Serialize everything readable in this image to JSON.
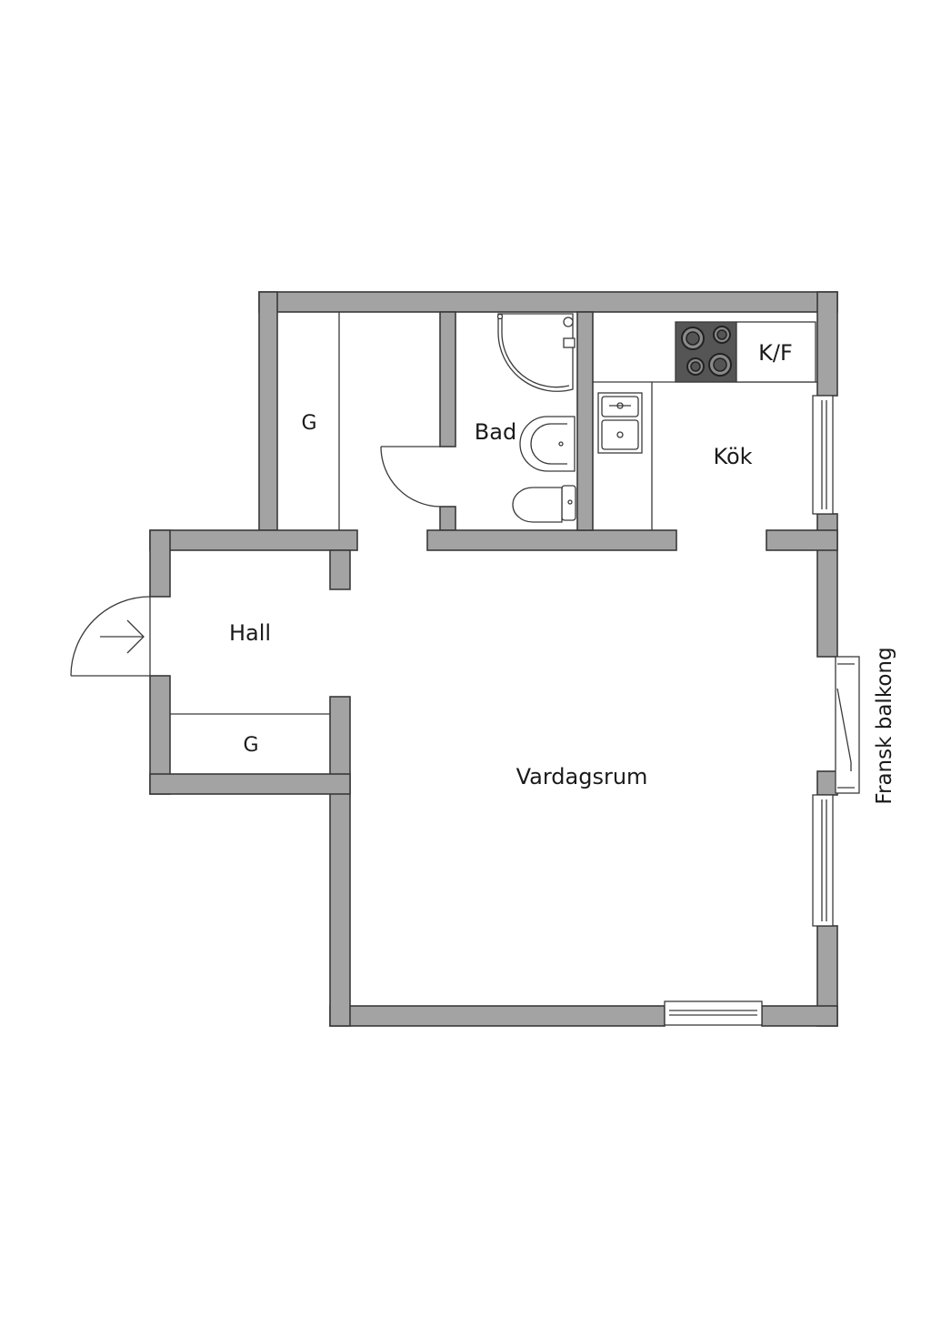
{
  "plan": {
    "rooms": {
      "bad": "Bad",
      "kok": "Kök",
      "hall": "Hall",
      "vardagsrum": "Vardagsrum",
      "garderob_top": "G",
      "garderob_bottom": "G",
      "kyl_frys": "K/F"
    },
    "annotations": {
      "balcony": "Fransk balkong"
    },
    "colors": {
      "wall_fill": "#a3a3a3",
      "line": "#3a3a3a",
      "stove": "#555555",
      "background": "#ffffff"
    },
    "icons": [
      "entrance-arrow-icon",
      "shower-icon",
      "washbasin-icon",
      "toilet-icon",
      "kitchen-sink-icon",
      "stove-icon"
    ]
  }
}
